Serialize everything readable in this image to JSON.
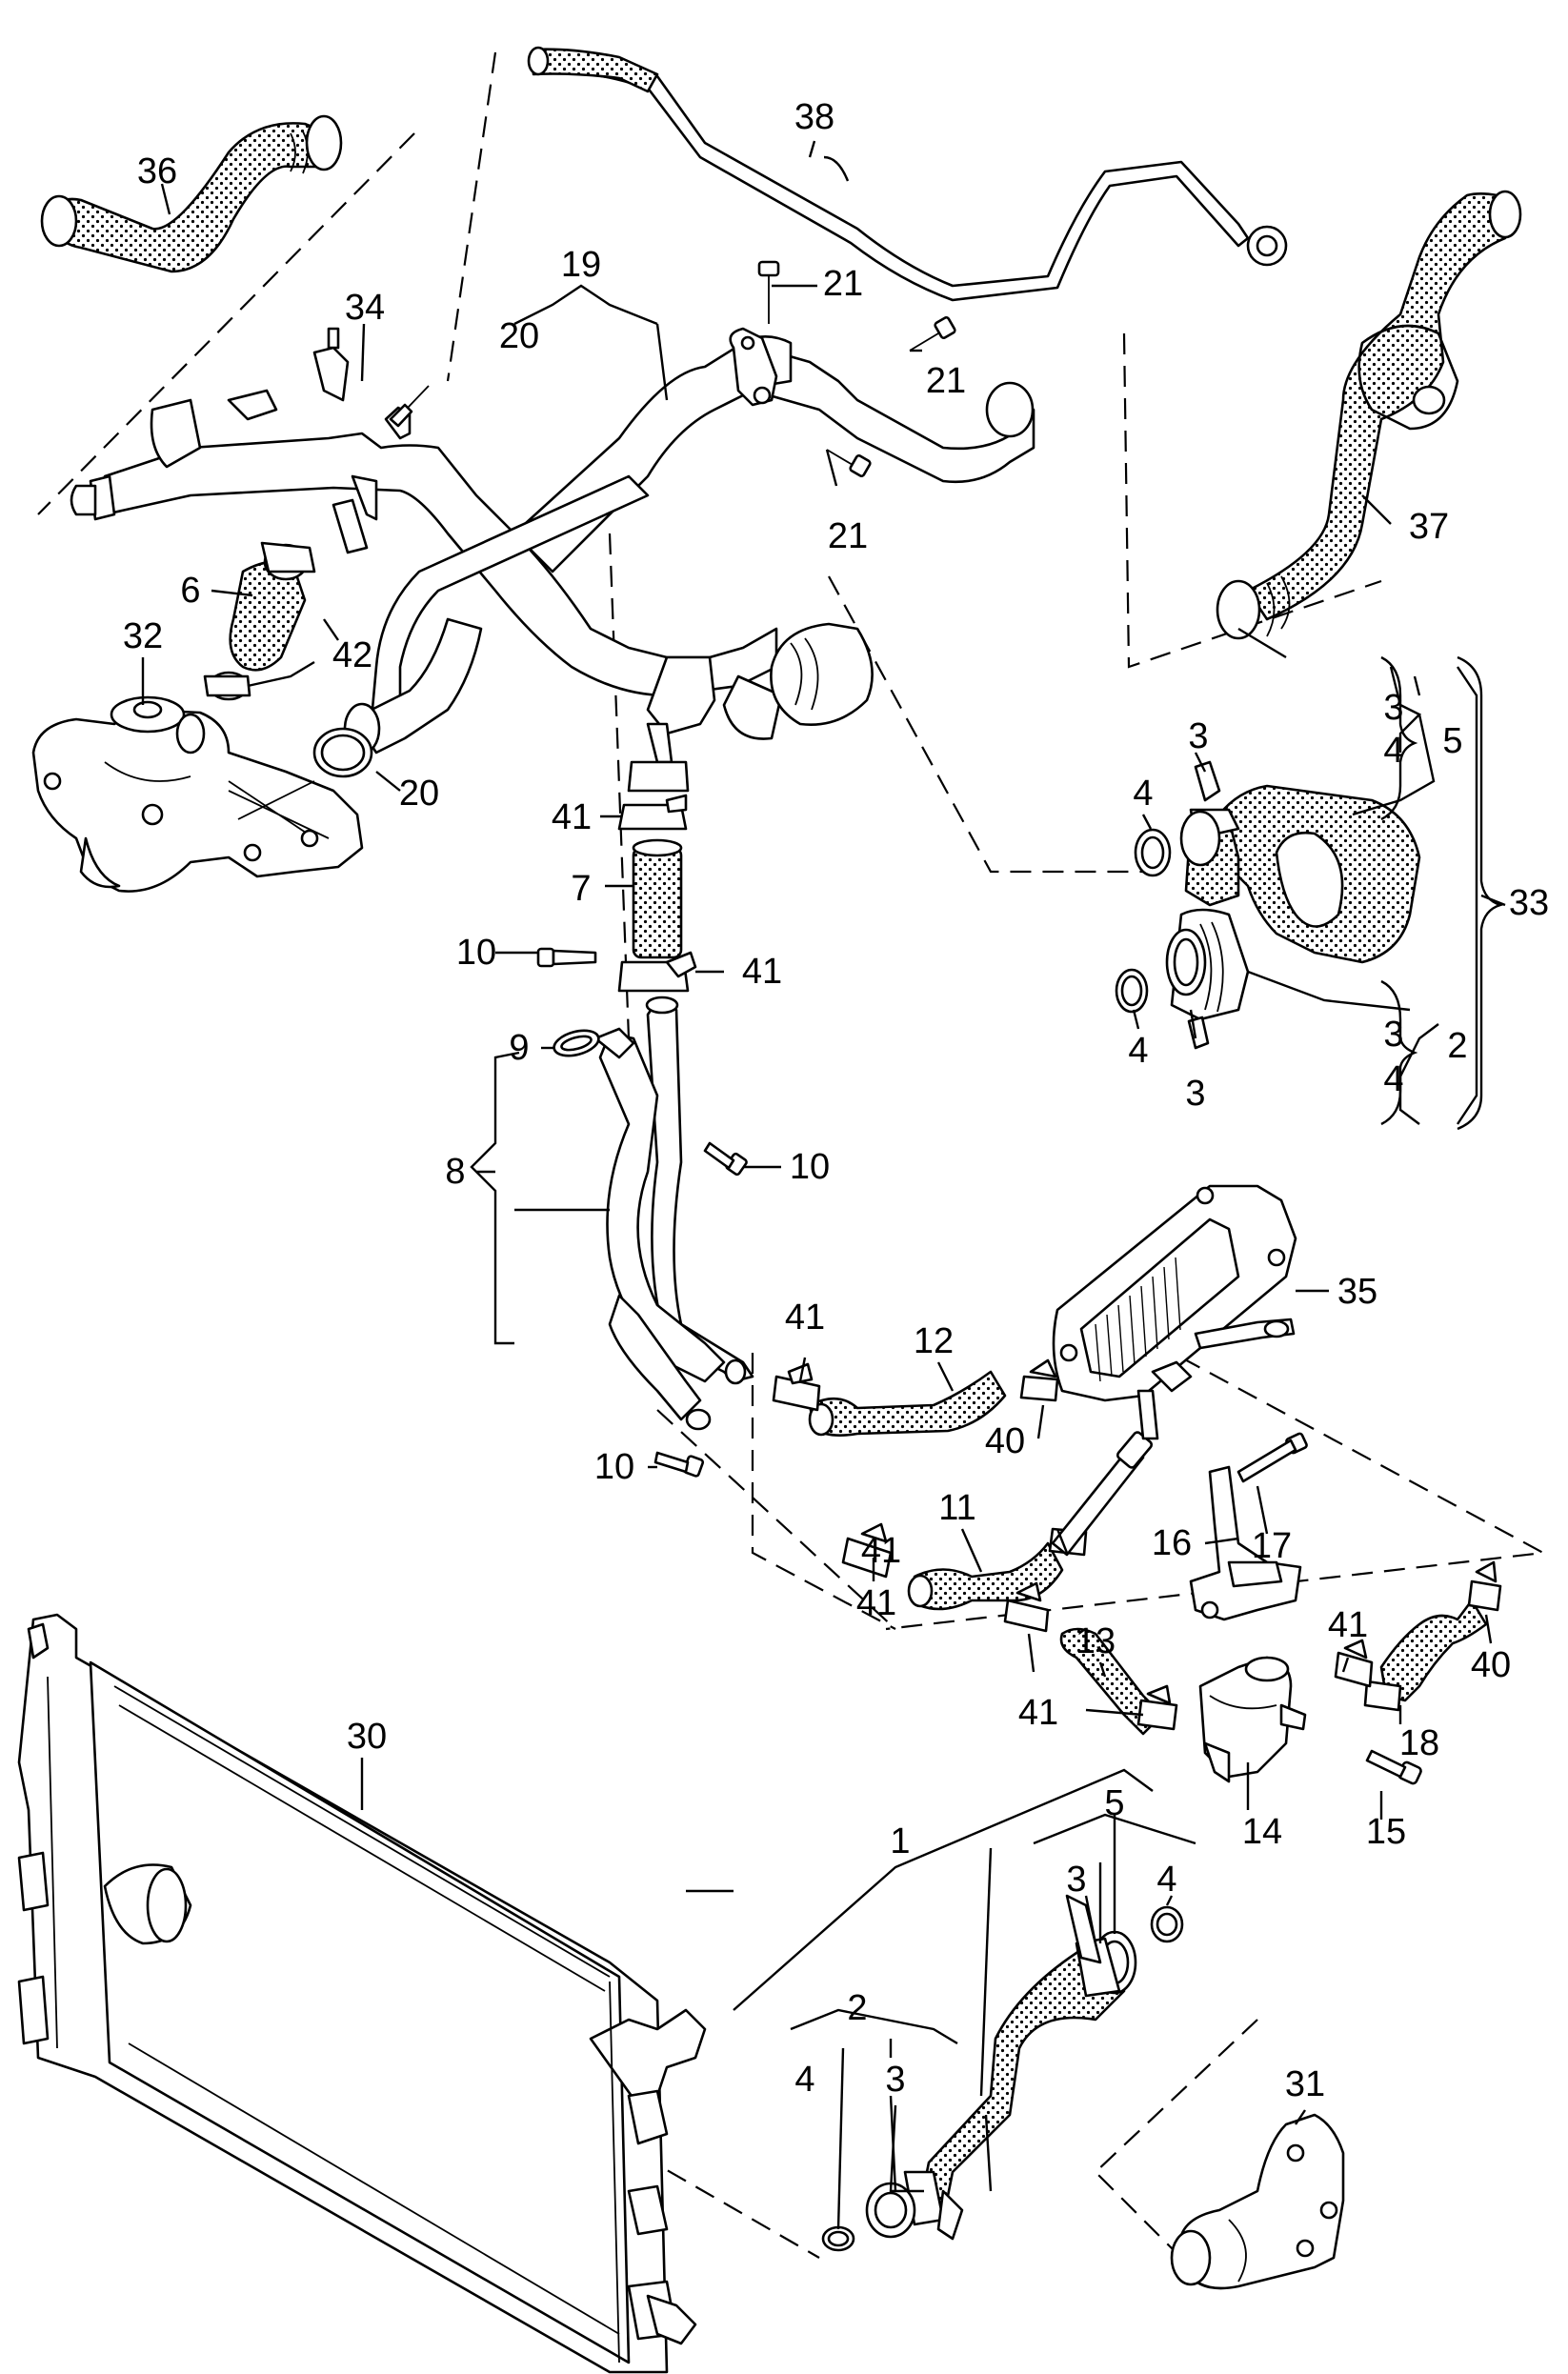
{
  "labels": {
    "n1": "1",
    "n2a": "2",
    "n2b": "2",
    "n3a": "3",
    "n3b": "3",
    "n3c": "3",
    "n3d": "3",
    "n3e": "3",
    "n3f": "3",
    "n4a": "4",
    "n4b": "4",
    "n4c": "4",
    "n4d": "4",
    "n4e": "4",
    "n4f": "4",
    "n5a": "5",
    "n5b": "5",
    "n6": "6",
    "n7": "7",
    "n8": "8",
    "n9": "9",
    "n10a": "10",
    "n10b": "10",
    "n10c": "10",
    "n11": "11",
    "n12": "12",
    "n13": "13",
    "n14": "14",
    "n15": "15",
    "n16": "16",
    "n17": "17",
    "n18": "18",
    "n19": "19",
    "n20a": "20",
    "n20b": "20",
    "n21a": "21",
    "n21b": "21",
    "n21c": "21",
    "n30": "30",
    "n31": "31",
    "n32": "32",
    "n33": "33",
    "n34": "34",
    "n35": "35",
    "n36": "36",
    "n37": "37",
    "n38": "38",
    "n40a": "40",
    "n40b": "40",
    "n41a": "41",
    "n41b": "41",
    "n41c": "41",
    "n41d": "41",
    "n41e": "41",
    "n41f": "41",
    "n41g": "41",
    "n42": "42"
  },
  "colors": {
    "ink": "#000000",
    "paper": "#ffffff"
  }
}
